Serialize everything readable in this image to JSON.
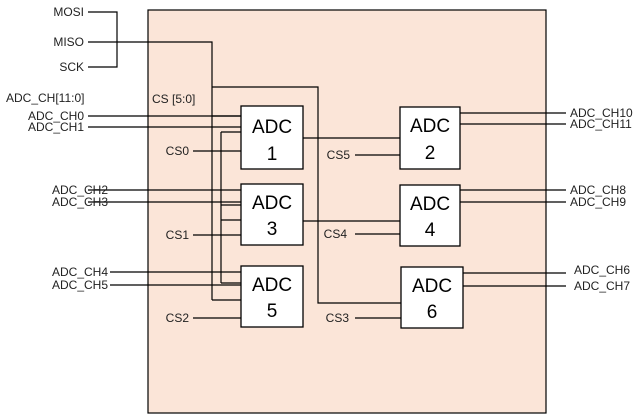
{
  "colors": {
    "board_fill": "#fbe5d8",
    "line": "#000000",
    "box_fill": "#ffffff"
  },
  "bus": {
    "mosi": "MOSI",
    "miso": "MISO",
    "sck": "SCK",
    "adc_bus": "ADC_CH[11:0]",
    "cs_bus": "CS [5:0]"
  },
  "adcs": [
    {
      "title": "ADC",
      "num": "1",
      "ch_a": "ADC_CH0",
      "ch_b": "ADC_CH1",
      "cs": "CS0"
    },
    {
      "title": "ADC",
      "num": "2",
      "ch_a": "ADC_CH10",
      "ch_b": "ADC_CH11",
      "cs": "CS5"
    },
    {
      "title": "ADC",
      "num": "3",
      "ch_a": "ADC_CH2",
      "ch_b": "ADC_CH3",
      "cs": "CS1"
    },
    {
      "title": "ADC",
      "num": "4",
      "ch_a": "ADC_CH8",
      "ch_b": "ADC_CH9",
      "cs": "CS4"
    },
    {
      "title": "ADC",
      "num": "5",
      "ch_a": "ADC_CH4",
      "ch_b": "ADC_CH5",
      "cs": "CS2"
    },
    {
      "title": "ADC",
      "num": "6",
      "ch_a": "ADC_CH6",
      "ch_b": "ADC_CH7",
      "cs": "CS3"
    }
  ]
}
